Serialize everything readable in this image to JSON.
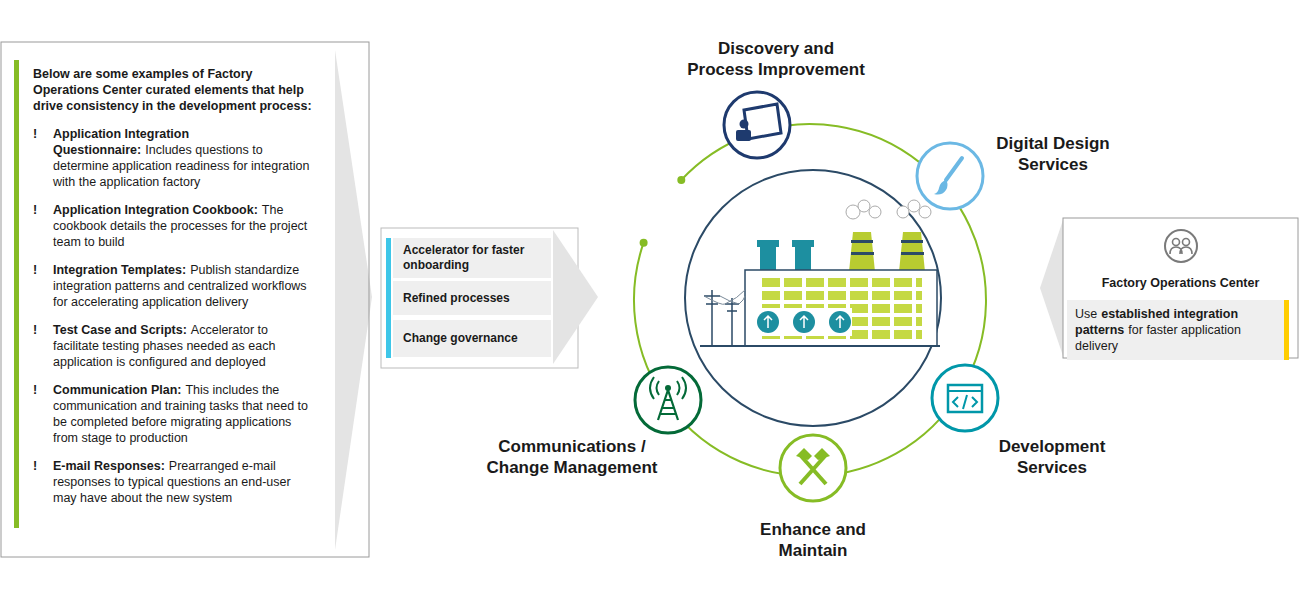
{
  "diagram": {
    "nodes": [
      {
        "text": [
          "Below are some examples of Factory Operations Center curated elements that help drive consistency in the development process:",
          "Application Integration Questionnaire:",
          "Includes questions to determine application readiness for integration with the application factory",
          "Application Integration Cookbook:",
          "The cookbook details the processes for the project team to build",
          "Integration Templates:",
          "Publish standardize integration patterns and centralized workflows for accelerating application delivery",
          "Test Case and Scripts:",
          "Accelerator to facilitate testing phases needed as each application is configured and deployed",
          "Communication Plan:",
          "This includes the communication and training tasks that need to be completed before migrating applications from stage to production",
          "E-mail Responses:",
          "Prearranged e-mail responses to typical questions an end-user may have about the new system"
        ]
      },
      {
        "text": [
          "Accelerator for faster onboarding"
        ]
      },
      {
        "text": [
          "Refined processes"
        ]
      },
      {
        "text": [
          "Change governance"
        ]
      },
      {
        "text": [
          "Discovery and Process Improvement"
        ]
      },
      {
        "text": [
          "Digital Design Services"
        ]
      },
      {
        "text": [
          "Factory Operations Center"
        ]
      },
      {
        "text": [
          "Use",
          "established integration patterns",
          "for faster application delivery"
        ],
        "in": 6
      },
      {
        "text": [
          "Communications / Change Management"
        ]
      },
      {
        "text": [
          "Development Services"
        ]
      },
      {
        "text": [
          "Enhance and Maintain"
        ]
      }
    ],
    "labels": [
      "!",
      "!",
      "!",
      "!",
      "!",
      "!"
    ]
  }
}
